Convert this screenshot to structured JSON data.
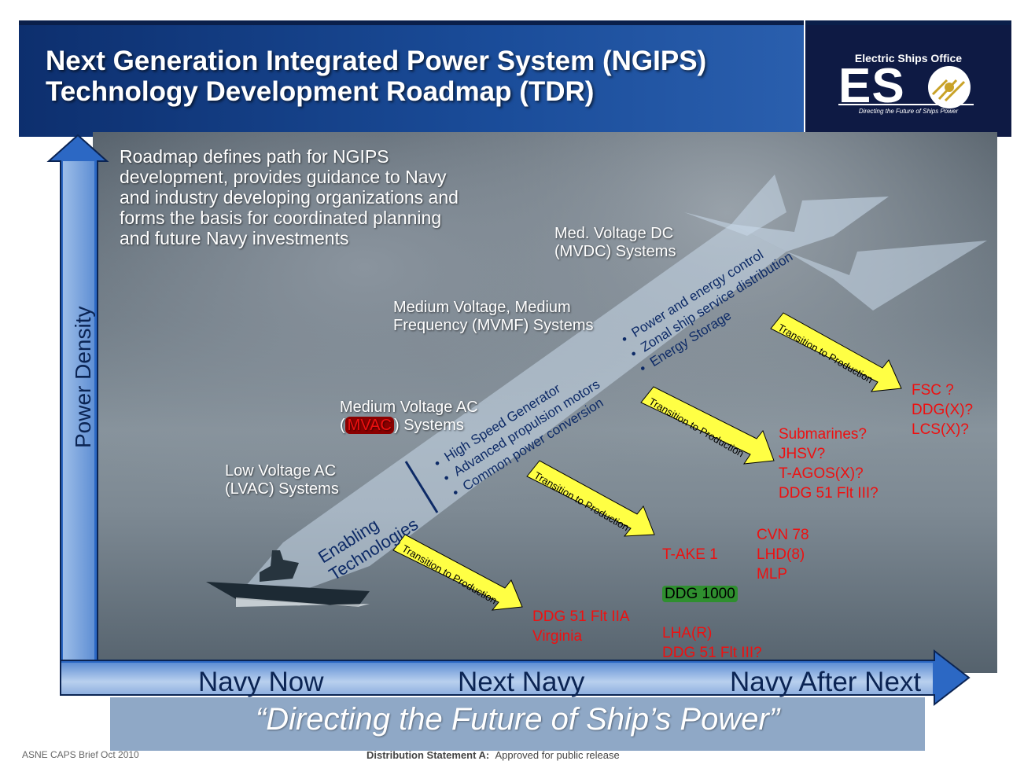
{
  "header": {
    "title": "Next Generation Integrated Power System (NGIPS)\nTechnology Development Roadmap (TDR)"
  },
  "logo": {
    "top_text": "Electric Ships Office",
    "word": "ES",
    "tagline": "Directing the Future of Ships Power"
  },
  "intro": "Roadmap defines path for NGIPS\ndevelopment, provides guidance to Navy\nand industry developing organizations and\nforms the basis for coordinated planning\nand future Navy investments",
  "axes": {
    "y_label": "Power Density",
    "x_labels": [
      "Navy Now",
      "Next Navy",
      "Navy After Next"
    ]
  },
  "stages": {
    "lvac": "Low Voltage AC\n(LVAC) Systems",
    "mvac_line1": "Medium Voltage AC",
    "mvac_abbrev": "MVAC",
    "mvac_line2_suffix": "Systems",
    "mvmf": "Medium Voltage, Medium\nFrequency (MVMF) Systems",
    "mvdc": "Med. Voltage DC\n(MVDC) Systems"
  },
  "enabling": {
    "label": "Enabling\nTechnologies",
    "group1": [
      "High Speed Generator",
      "Advanced propulsion motors",
      "Common power conversion"
    ],
    "group2": [
      "Power and energy control",
      "Zonal ship service distribution",
      "Energy Storage"
    ]
  },
  "transition_label": "Transition to Production",
  "targets": {
    "now": "DDG 51 Flt IIA\nVirginia",
    "near_col1_line1": "T-AKE 1",
    "near_highlight": "DDG 1000",
    "near_col1_rest": "LHA(R)\nDDG 51 Flt III?",
    "near_col2": "CVN 78\nLHD(8)\nMLP",
    "mid": "Submarines?\nJHSV?\nT-AGOS(X)?\nDDG 51 Flt III?",
    "far": "FSC ?\nDDG(X)?\nLCS(X)?"
  },
  "tagline": "“Directing the Future of Ship’s Power”",
  "footer": {
    "left": "ASNE CAPS Brief Oct 2010",
    "statement_label": "Distribution Statement A:",
    "statement_text": "Approved for public release"
  },
  "colors": {
    "header_blue": "#1a4c99",
    "target_red": "#ee1010",
    "transition_yellow": "#ffff44",
    "highlight_green": "#2f8f2f"
  }
}
